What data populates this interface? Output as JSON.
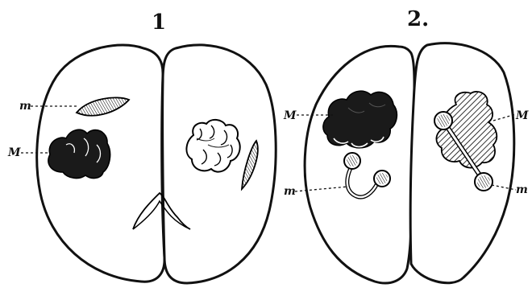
{
  "figures": [
    {
      "number": "1",
      "labels": {
        "small": "m",
        "large": "M"
      }
    },
    {
      "number": "2.",
      "labels": {
        "large_left": "M",
        "small_left": "m",
        "large_right": "M",
        "small_right": "m"
      }
    }
  ]
}
